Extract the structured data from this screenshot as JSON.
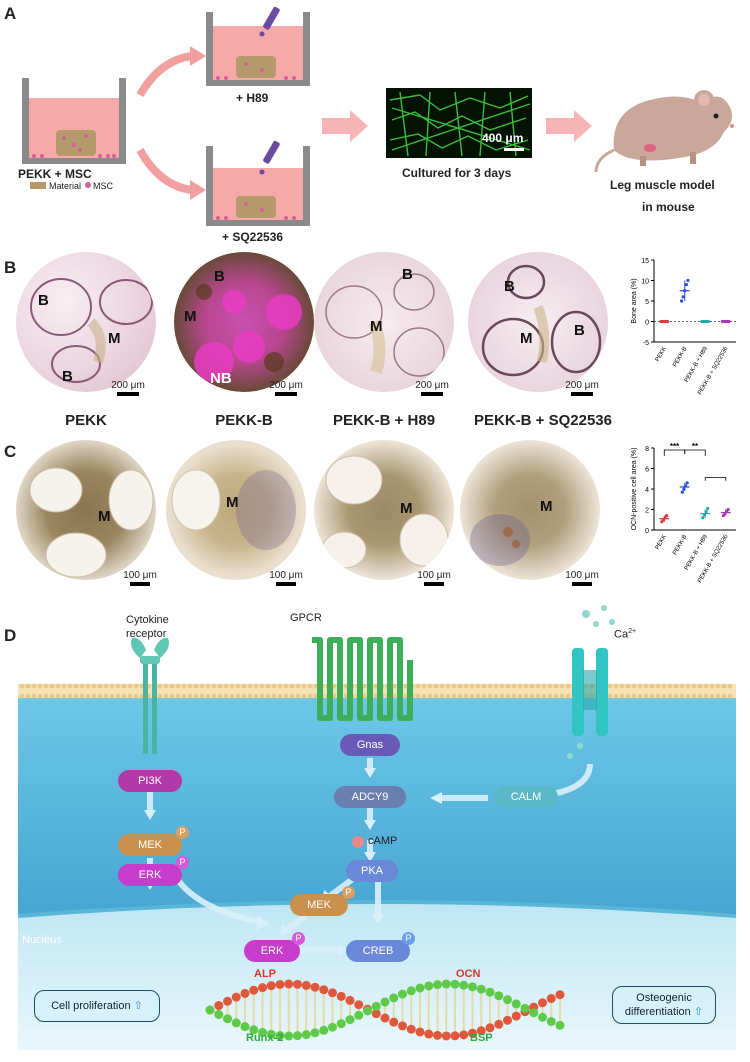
{
  "panel_labels": {
    "a": "A",
    "b": "B",
    "c": "C",
    "d": "D"
  },
  "panel_a": {
    "left_label": "PEKK + MSC",
    "legend_material": "Material",
    "legend_msc": "MSC",
    "top_label": "+ H89",
    "bottom_label": "+ SQ22536",
    "fluor_scale": "400 μm",
    "cultured": "Cultured for 3 days",
    "mouse_line1": "Leg muscle model",
    "mouse_line2": "in mouse"
  },
  "panel_b": {
    "images": [
      {
        "labels": [
          "B",
          "M",
          "B"
        ],
        "scale": "200 μm"
      },
      {
        "labels": [
          "B",
          "M",
          "NB"
        ],
        "scale": "200 μm"
      },
      {
        "labels": [
          "B",
          "M"
        ],
        "scale": "200 μm"
      },
      {
        "labels": [
          "B",
          "M",
          "B"
        ],
        "scale": "200 μm"
      }
    ]
  },
  "groups": [
    "PEKK",
    "PEKK-B",
    "PEKK-B + H89",
    "PEKK-B + SQ22536"
  ],
  "panel_c": {
    "images": [
      {
        "labels": [
          "M"
        ],
        "scale": "100 μm"
      },
      {
        "labels": [
          "M"
        ],
        "scale": "100 μm"
      },
      {
        "labels": [
          "M"
        ],
        "scale": "100 μm"
      },
      {
        "labels": [
          "M"
        ],
        "scale": "100 μm"
      }
    ],
    "sig1": "***",
    "sig2": "**"
  },
  "chart_data": [
    {
      "type": "scatter",
      "ylabel": "Bone area (%)",
      "categories": [
        "PEKK",
        "PEKK-B",
        "PEKK-B + H89",
        "PEKK-B + SQ22536"
      ],
      "ylim": [
        -5,
        15
      ],
      "yticks": [
        -5,
        0,
        5,
        10,
        15
      ],
      "colors": [
        "#e0393e",
        "#2b4fd6",
        "#25a8a8",
        "#a53ab8"
      ],
      "means": [
        0,
        7.5,
        0,
        0
      ],
      "sd": [
        0,
        2.5,
        0,
        0
      ],
      "points": [
        [
          0,
          0,
          0,
          0,
          0
        ],
        [
          5,
          6,
          7.5,
          9,
          10
        ],
        [
          0,
          0,
          0,
          0,
          0
        ],
        [
          0,
          0,
          0,
          0,
          0
        ]
      ]
    },
    {
      "type": "scatter",
      "ylabel": "OCN-positive cell area (%)",
      "categories": [
        "PEKK",
        "PEKK-B",
        "PEKK-B + H89",
        "PEKK-B + SQ22536"
      ],
      "ylim": [
        0,
        8
      ],
      "yticks": [
        0,
        2,
        4,
        6,
        8
      ],
      "colors": [
        "#e0393e",
        "#2b4fd6",
        "#25a8a8",
        "#a53ab8"
      ],
      "means": [
        1.1,
        4.2,
        1.6,
        1.7
      ],
      "sd": [
        0.3,
        0.4,
        0.4,
        0.3
      ],
      "points": [
        [
          0.8,
          1.0,
          1.2,
          1.4
        ],
        [
          3.7,
          4.0,
          4.3,
          4.6
        ],
        [
          1.2,
          1.5,
          1.8,
          2.1
        ],
        [
          1.4,
          1.6,
          1.8,
          2.0
        ]
      ]
    }
  ],
  "panel_d": {
    "cytokine_line1": "Cytokine",
    "cytokine_line2": "receptor",
    "gpcr": "GPCR",
    "ca": "Ca",
    "ca_sup": "2+",
    "pi3k": "PI3K",
    "mek": "MEK",
    "erk": "ERK",
    "gnas": "Gnas",
    "adcy9": "ADCY9",
    "camp": "cAMP",
    "calm": "CALM",
    "pka": "PKA",
    "creb": "CREB",
    "p": "P",
    "nucleus": "Nucleus",
    "alp": "ALP",
    "ocn": "OCN",
    "runx2": "Runx-2",
    "bsp": "BSP",
    "cell_prolif": "Cell proliferation",
    "osteo_line1": "Osteogenic",
    "osteo_line2": "differentiation",
    "arrow_up": "⇧"
  }
}
